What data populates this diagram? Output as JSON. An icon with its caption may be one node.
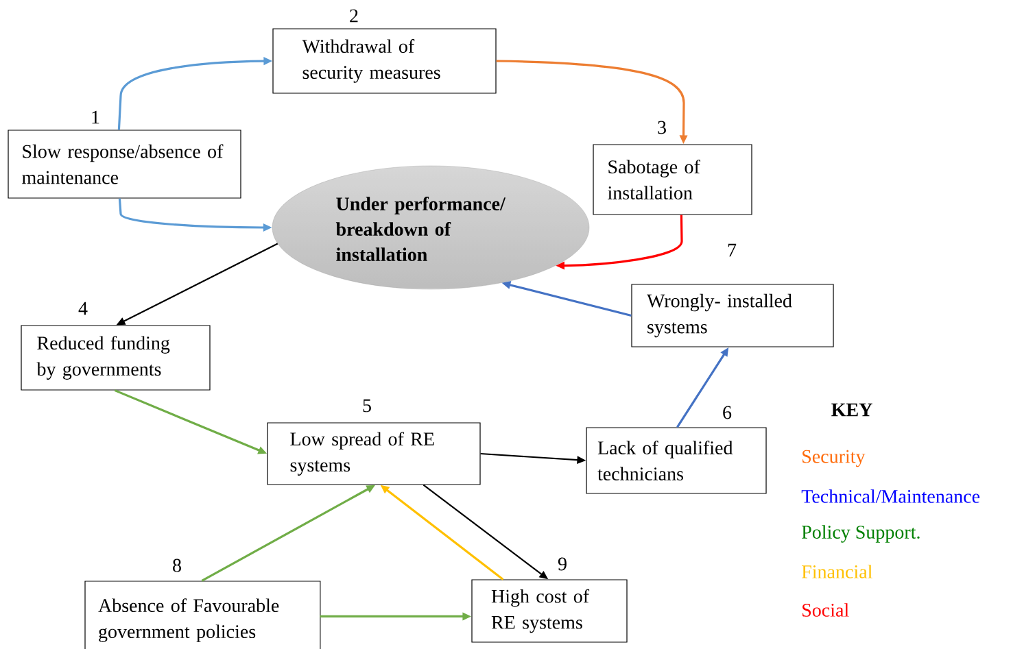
{
  "diagram": {
    "nodes": [
      {
        "text": [
          "Withdrawal of security measures"
        ],
        "beside": [
          "2"
        ]
      },
      {
        "text": [
          "Slow response/absence of maintenance"
        ],
        "beside": [
          "1"
        ]
      },
      {
        "text": [
          "Sabotage of installation"
        ],
        "beside": [
          "3"
        ]
      },
      {
        "text": [
          "Under performance/ breakdown of installation"
        ]
      },
      {
        "text": [
          "Wrongly- installed systems"
        ],
        "beside": [
          "7"
        ]
      },
      {
        "text": [
          "Reduced funding by governments"
        ],
        "beside": [
          "4"
        ]
      },
      {
        "text": [
          "Low spread of RE systems"
        ],
        "beside": [
          "5"
        ]
      },
      {
        "text": [
          "Lack of qualified technicians"
        ],
        "beside": [
          "6"
        ]
      },
      {
        "text": [
          "Absence of Favourable government policies"
        ],
        "beside": [
          "8"
        ]
      },
      {
        "text": [
          "High cost of RE systems"
        ],
        "beside": [
          "9"
        ]
      }
    ],
    "edges": [
      {
        "from": 1,
        "to": 0,
        "arrow": "to",
        "color": "#5b9bd5"
      },
      {
        "from": 1,
        "to": 3,
        "arrow": "to",
        "color": "#5b9bd5"
      },
      {
        "from": 0,
        "to": 2,
        "arrow": "to",
        "color": "#ed7d31"
      },
      {
        "from": 2,
        "to": 3,
        "arrow": "to",
        "color": "#ff0000"
      },
      {
        "from": 4,
        "to": 3,
        "arrow": "to",
        "color": "#4472c4"
      },
      {
        "from": 3,
        "to": 5,
        "arrow": "to"
      },
      {
        "from": 5,
        "to": 6,
        "arrow": "to",
        "color": "#70ad47"
      },
      {
        "from": 6,
        "to": 7,
        "arrow": "to"
      },
      {
        "from": 7,
        "to": 4,
        "arrow": "to",
        "color": "#4472c4"
      },
      {
        "from": 8,
        "to": 6,
        "arrow": "to",
        "color": "#70ad47"
      },
      {
        "from": 9,
        "to": 6,
        "arrow": "to",
        "color": "#ffc000"
      },
      {
        "from": 6,
        "to": 9,
        "arrow": "to"
      },
      {
        "from": 8,
        "to": 9,
        "arrow": "to",
        "color": "#70ad47"
      }
    ],
    "labels": [
      "KEY"
    ],
    "legend": [
      {
        "text": "Security",
        "color": "#ff6c0c"
      },
      {
        "text": "Technical/Maintenance",
        "color": "#0000ff"
      },
      {
        "text": "Policy Support.",
        "color": "#008000"
      },
      {
        "text": "Financial",
        "color": "#ffc000"
      },
      {
        "text": "Social",
        "color": "#ff0000"
      }
    ]
  }
}
